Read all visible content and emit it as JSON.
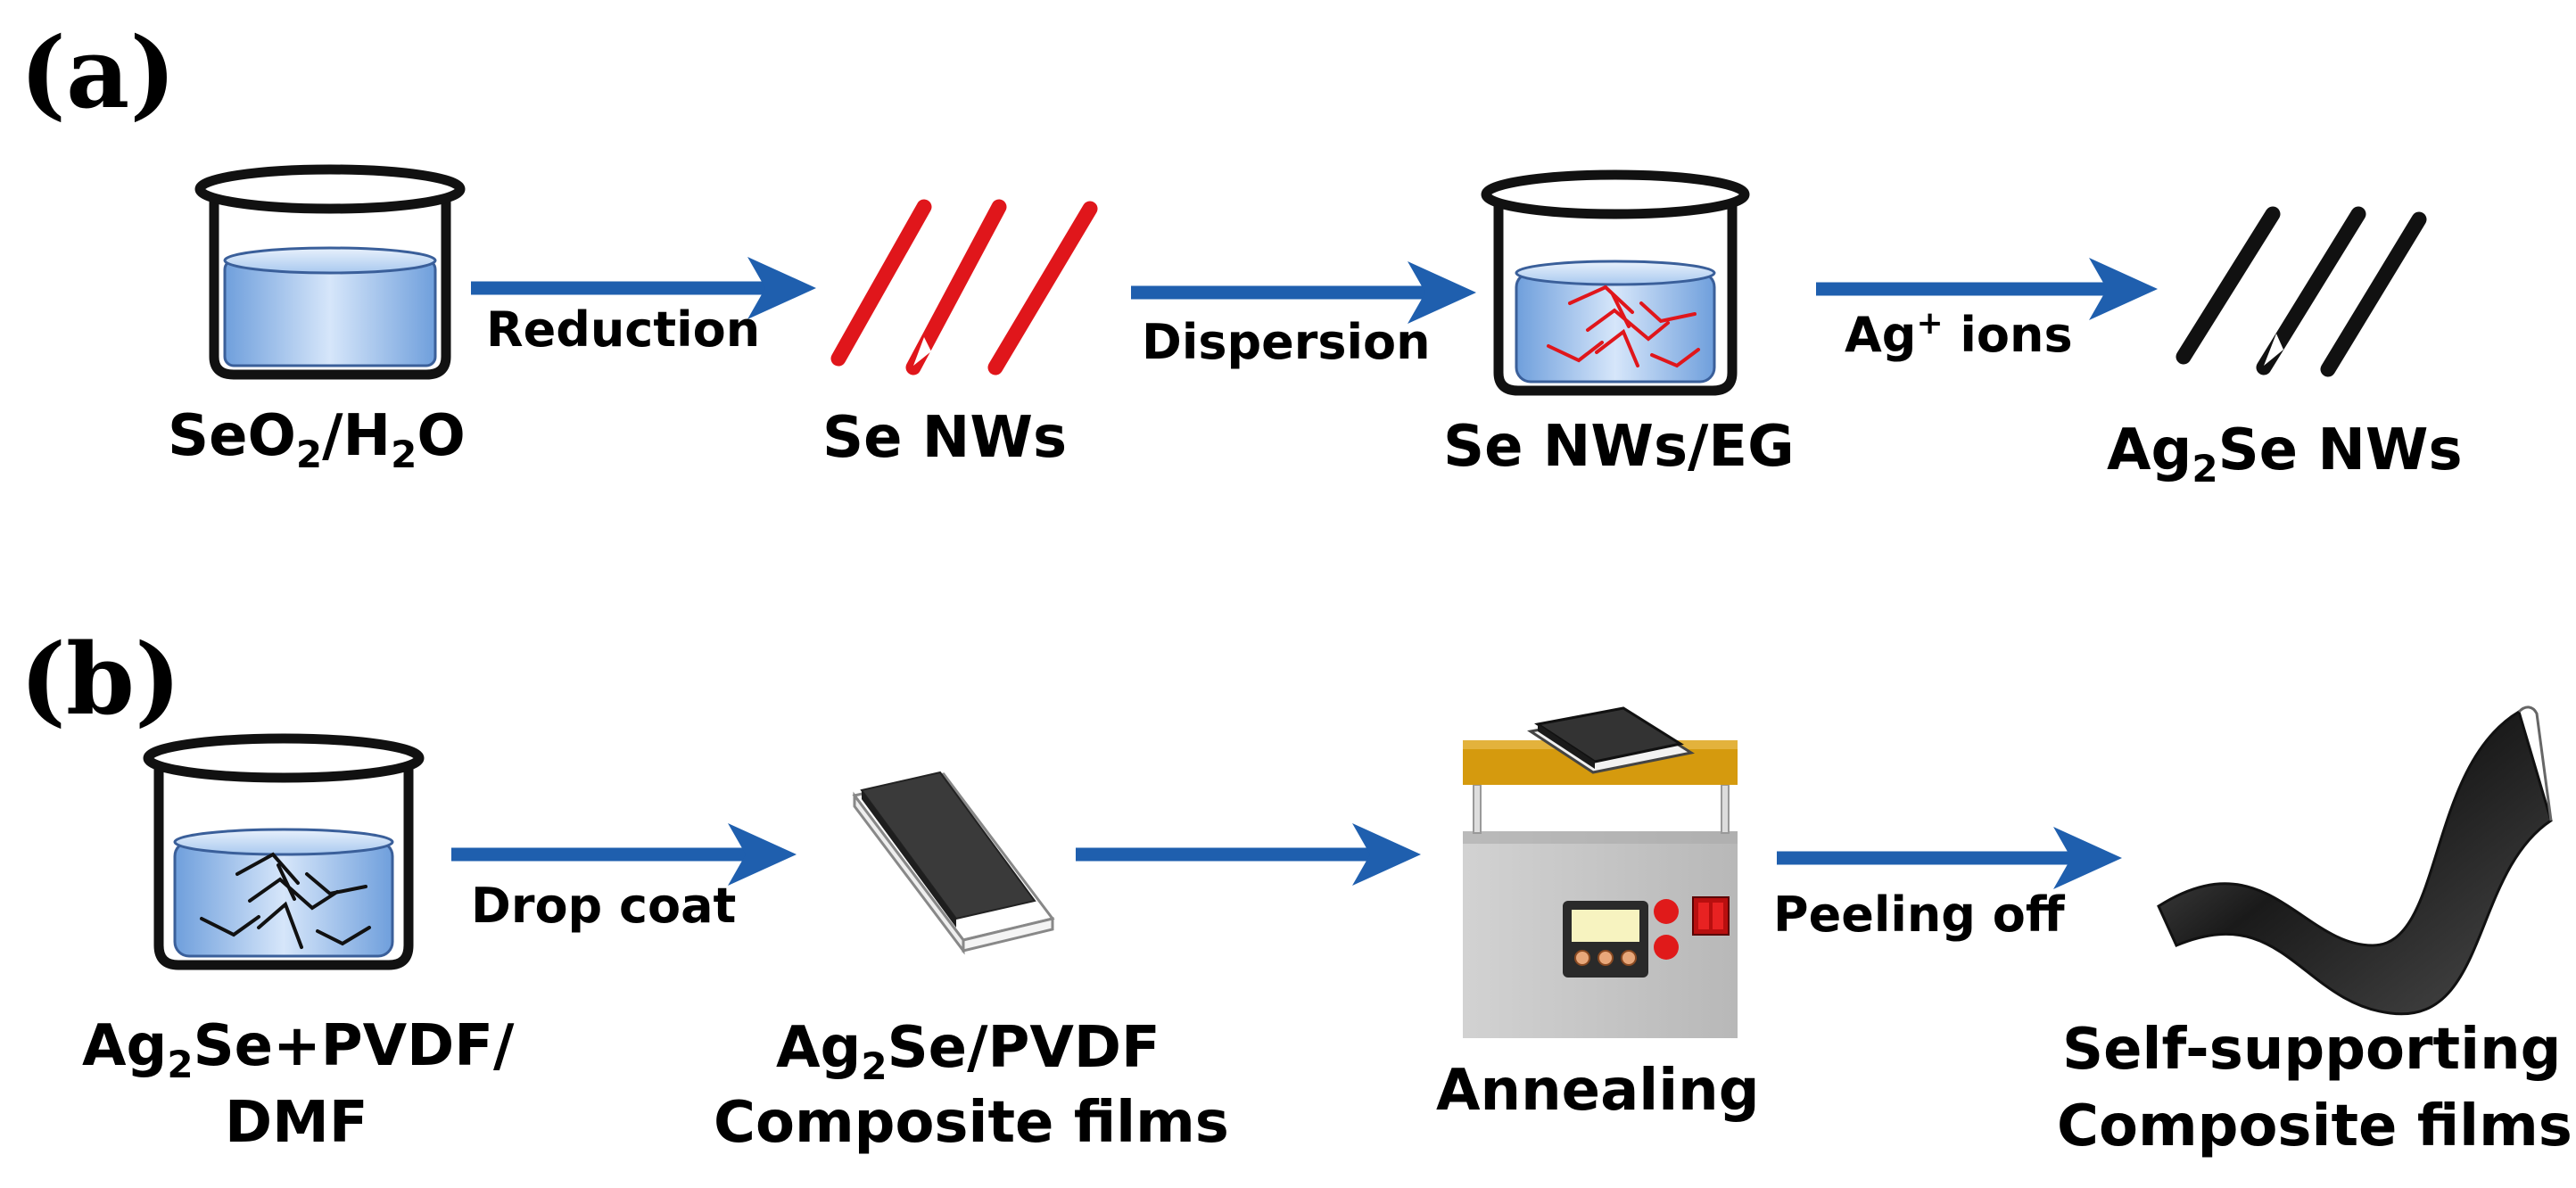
{
  "panels": {
    "a": "(a)",
    "b": "(b)"
  },
  "row_a": {
    "step1": {
      "main": "SeO",
      "sub1": "2",
      "mid": "/H",
      "sub2": "2",
      "end": "O"
    },
    "arrow1": "Reduction",
    "step2": "Se NWs",
    "arrow2": "Dispersion",
    "step3": "Se NWs/EG",
    "arrow3": {
      "main": "Ag",
      "sup": "+",
      "end": " ions"
    },
    "step4": {
      "main": "Ag",
      "sub": "2",
      "end": "Se NWs"
    }
  },
  "row_b": {
    "step1": {
      "l1_main": "Ag",
      "l1_sub": "2",
      "l1_end": "Se+PVDF/",
      "l2": "DMF"
    },
    "arrow1": "Drop coat",
    "step2": {
      "l1_main": "Ag",
      "l1_sub": "2",
      "l1_end": "Se/PVDF",
      "l2": "Composite films"
    },
    "step3": "Annealing",
    "arrow3": "Peeling off",
    "step4": {
      "l1": "Self-supporting",
      "l2": "Composite films"
    }
  },
  "colors": {
    "arrow": "#1f5fae",
    "selenium": "#e0161b",
    "silver_selenide": "#111111",
    "liquid": "#a9c9ef",
    "heater_top": "#d59a0e",
    "heater_body": "#c4c4c4",
    "heater_button": "#e01a1a"
  }
}
